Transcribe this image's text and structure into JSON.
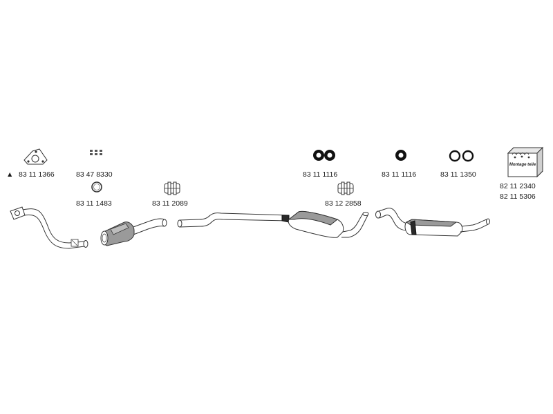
{
  "parts": [
    {
      "id": "flange-gasket",
      "number": "83 11 1366",
      "marker": "▲"
    },
    {
      "id": "bolt-set",
      "number": "83 47 8330"
    },
    {
      "id": "seal-ring",
      "number": "83 11 1483"
    },
    {
      "id": "clamp-1",
      "number": "83 11 2089"
    },
    {
      "id": "rubber-mount-pair-1",
      "number": "83 11 1116"
    },
    {
      "id": "clamp-2",
      "number": "83 12 2858"
    },
    {
      "id": "rubber-mount-single",
      "number": "83 11 1116"
    },
    {
      "id": "rubber-ring-pair",
      "number": "83 11 1350"
    },
    {
      "id": "mounting-kit",
      "number_1": "82 11 2340",
      "number_2": "82 11 5306",
      "box_text": "Montage teile"
    }
  ],
  "colors": {
    "line": "#333333",
    "shade": "#9a9a9a",
    "dark": "#111111"
  }
}
